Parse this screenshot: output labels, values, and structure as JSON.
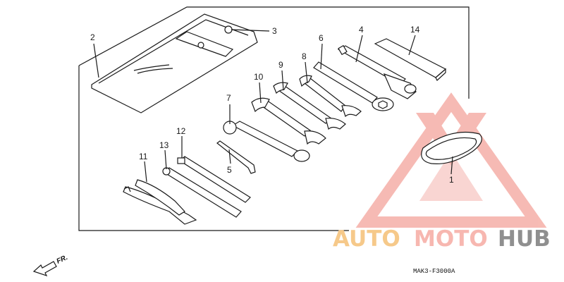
{
  "callouts": {
    "c1": "1",
    "c2": "2",
    "c3": "3",
    "c4": "4",
    "c5": "5",
    "c6": "6",
    "c7": "7",
    "c8": "8",
    "c9": "9",
    "c10": "10",
    "c11": "11",
    "c12": "12",
    "c13": "13",
    "c14": "14"
  },
  "diagram_code": "MAK3-F3000A",
  "direction_label": "FR.",
  "watermark": {
    "auto": "AUTO",
    "moto": "MOTO",
    "hub": "HUB"
  },
  "colors": {
    "watermark_red": "#f4a49b",
    "watermark_orange": "#f6c98a",
    "line": "#1a1a1a"
  }
}
